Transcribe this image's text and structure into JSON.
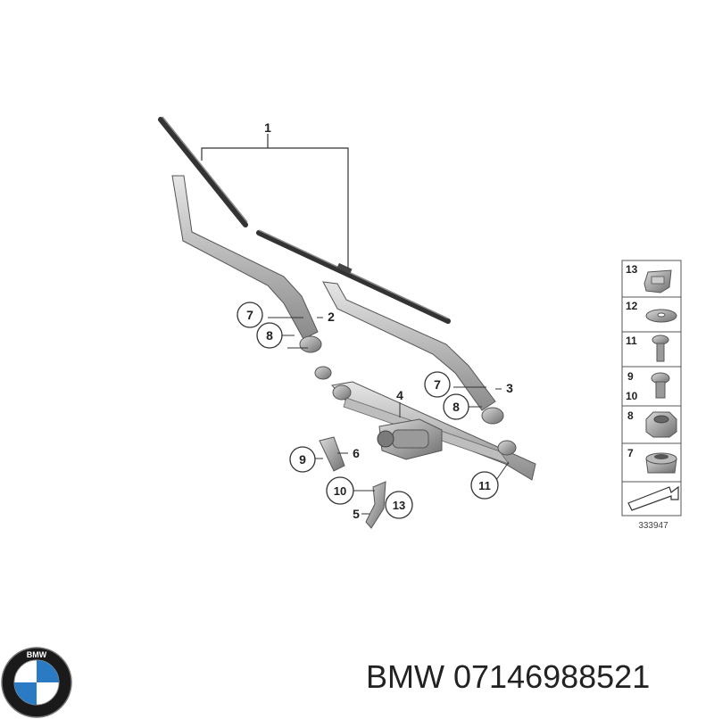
{
  "diagram": {
    "callouts": {
      "c1": "1",
      "c2": "2",
      "c3": "3",
      "c4": "4",
      "c5": "5",
      "c6": "6",
      "c7a": "7",
      "c7b": "7",
      "c8a": "8",
      "c8b": "8",
      "c9": "9",
      "c10": "10",
      "c11": "11",
      "c13": "13"
    },
    "legend": {
      "rows": [
        "13",
        "12",
        "11",
        "9",
        "10",
        "8",
        "7"
      ],
      "reference": "333947"
    }
  },
  "brand": {
    "logo_text": "BMW",
    "part_label": "BMW 07146988521"
  },
  "colors": {
    "line": "#333333",
    "part": "#555555",
    "panel": "#f4f4f4"
  }
}
